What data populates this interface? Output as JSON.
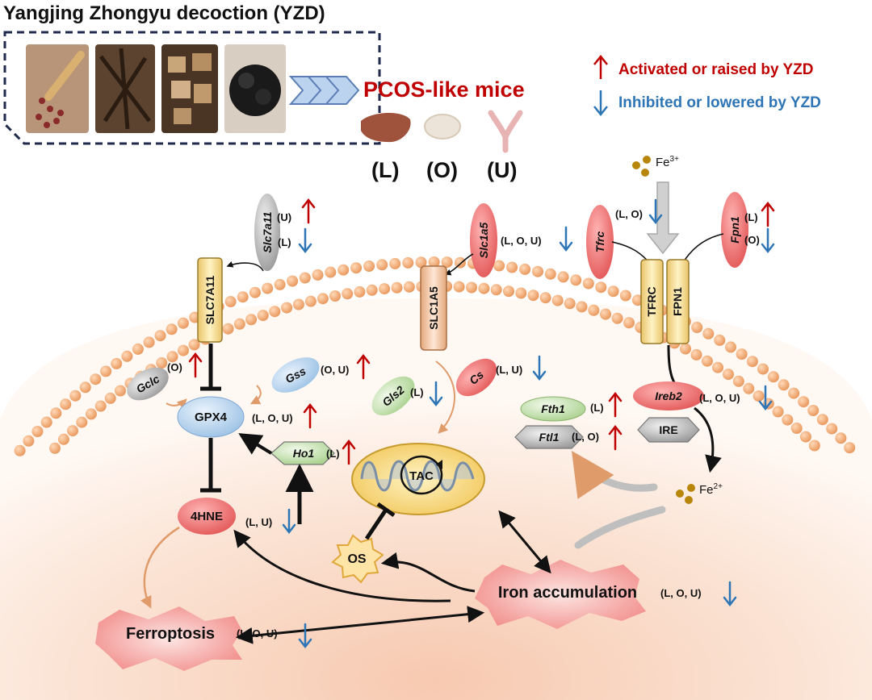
{
  "title": "Yangjing Zhongyu decoction (YZD)",
  "model": {
    "label": "PCOS-like mice",
    "tissues": [
      {
        "code": "(L)",
        "icon": "liver-icon"
      },
      {
        "code": "(O)",
        "icon": "ovary-icon"
      },
      {
        "code": "(U)",
        "icon": "uterus-icon"
      }
    ]
  },
  "legend": {
    "up": "Activated or raised by YZD",
    "down": "Inhibited or lowered by YZD",
    "up_color": "#c00000",
    "down_color": "#2e75b6"
  },
  "iron": {
    "fe3": "Fe",
    "fe3_charge": "3+",
    "fe2": "Fe",
    "fe2_charge": "2+"
  },
  "genes": {
    "slc7a11": {
      "name": "Slc7a11",
      "tag_up": "(U)",
      "tag_down": "(L)"
    },
    "slc1a5": {
      "name": "Slc1a5",
      "tag": "(L, O, U)"
    },
    "tfrc": {
      "name": "Tfrc",
      "tag": "(L, O)"
    },
    "fpn1": {
      "name": "Fpn1",
      "tag_up": "(L)",
      "tag_down": "(O)"
    },
    "gclc": {
      "name": "Gclc",
      "tag": "(O)"
    },
    "gss": {
      "name": "Gss",
      "tag": "(O, U)"
    },
    "gls2": {
      "name": "Gls2",
      "tag": "(L)"
    },
    "cs": {
      "name": "Cs",
      "tag": "(L, U)"
    },
    "fth1": {
      "name": "Fth1",
      "tag": "(L)"
    },
    "ftl1": {
      "name": "Ftl1",
      "tag": "(L, O)"
    },
    "ireb2": {
      "name": "Ireb2",
      "tag": "(L, O, U)"
    },
    "ho1": {
      "name": "Ho1",
      "tag": "(L)"
    }
  },
  "proteins": {
    "slc7a11": "SLC7A11",
    "slc1a5": "SLC1A5",
    "tfrc": "TFRC",
    "fpn1": "FPN1",
    "gpx4": "GPX4",
    "gpx4_tag": "(L, O, U)",
    "hne": "4HNE",
    "hne_tag": "(L, U)",
    "ire": "IRE",
    "tac": "TAC",
    "os": "OS"
  },
  "outcomes": {
    "iron_accumulation": "Iron accumulation",
    "iron_tag": "(L, O, U)",
    "ferroptosis": "Ferroptosis",
    "ferroptosis_tag": "(L, O, U)"
  }
}
